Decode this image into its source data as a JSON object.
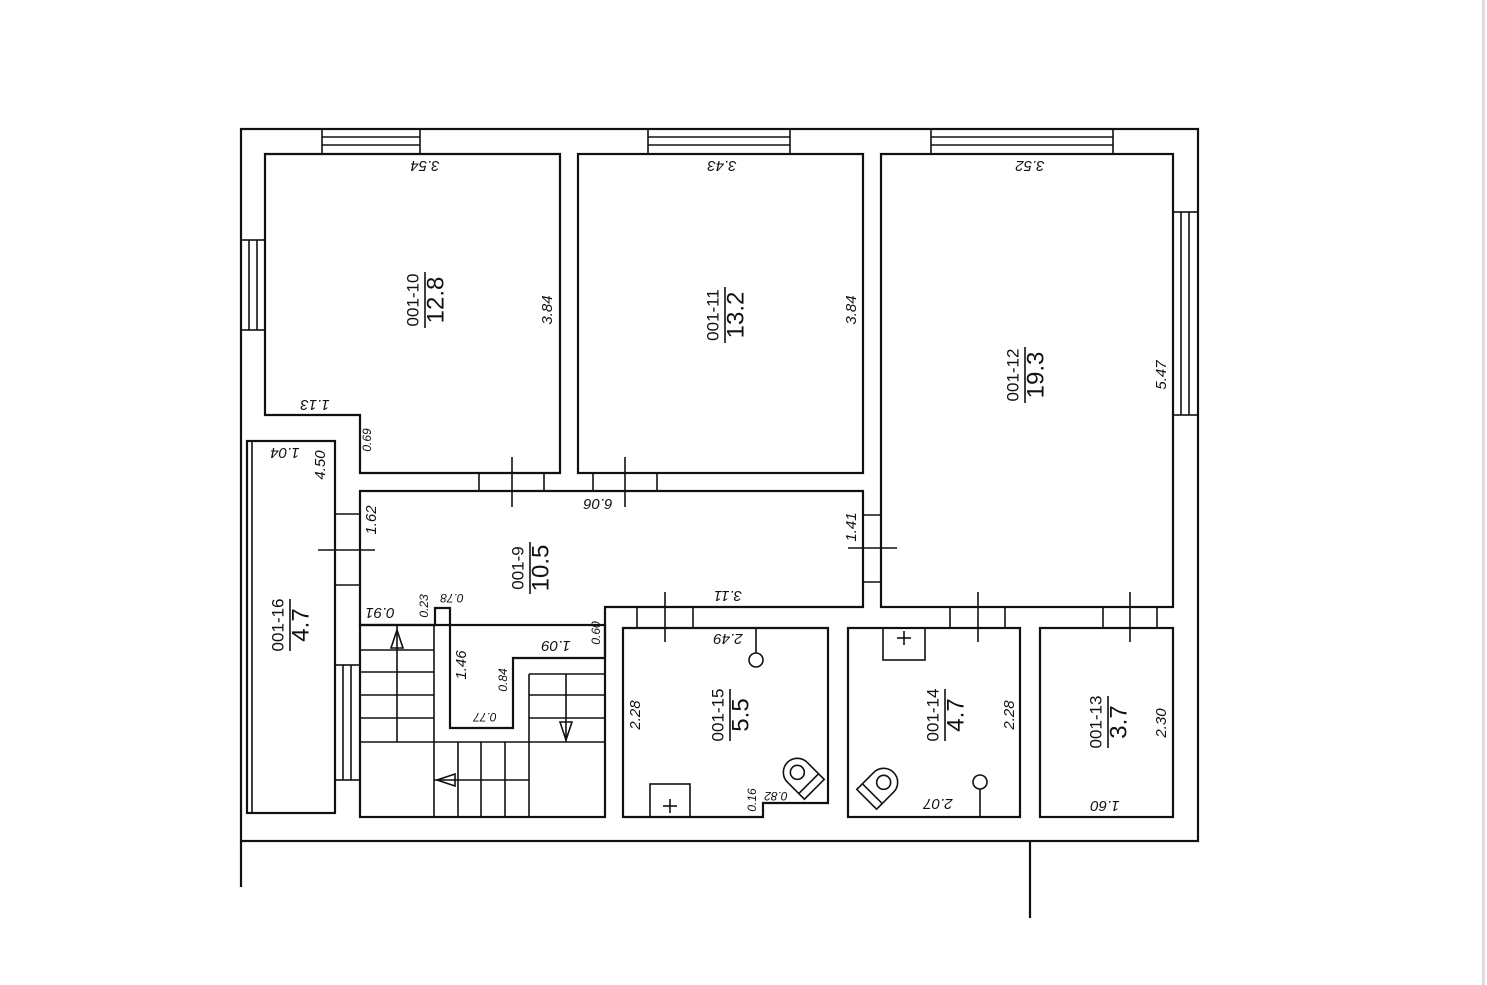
{
  "rooms": [
    {
      "id": "001-10",
      "area": "12.8"
    },
    {
      "id": "001-11",
      "area": "13.2"
    },
    {
      "id": "001-12",
      "area": "19.3"
    },
    {
      "id": "001-9",
      "area": "10.5"
    },
    {
      "id": "001-16",
      "area": "4.7"
    },
    {
      "id": "001-15",
      "area": "5.5"
    },
    {
      "id": "001-14",
      "area": "4.7"
    },
    {
      "id": "001-13",
      "area": "3.7"
    }
  ],
  "dims": [
    "3.54",
    "3.43",
    "3.52",
    "3.84",
    "3.84",
    "5.47",
    "1.13",
    "0.69",
    "1.04",
    "4.50",
    "6.06",
    "1.62",
    "1.41",
    "3.11",
    "0.91",
    "0.23",
    "0.78",
    "1.46",
    "0.84",
    "0.77",
    "1.09",
    "0.60",
    "2.49",
    "2.28",
    "0.16",
    "0.82",
    "2.28",
    "2.07",
    "2.30",
    "1.60"
  ]
}
